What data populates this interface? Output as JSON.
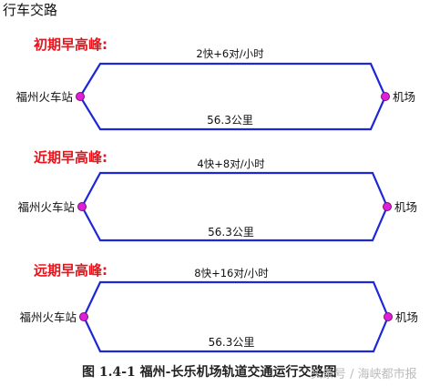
{
  "page_title": "行车交路",
  "periods": [
    {
      "title": "初期早高峰:",
      "frequency": "2快+6对/小时",
      "distance": "56.3公里",
      "origin": "福州火车站",
      "destination": "机场"
    },
    {
      "title": "近期早高峰:",
      "frequency": "4快+8对/小时",
      "distance": "56.3公里",
      "origin": "福州火车站",
      "destination": "机场"
    },
    {
      "title": "远期早高峰:",
      "frequency": "8快+16对/小时",
      "distance": "56.3公里",
      "origin": "福州火车站",
      "destination": "机场"
    }
  ],
  "caption": "图 1.4-1   福州-长乐机场轨道交通运行交路图",
  "watermark": "头条号 / 海峡都市报",
  "colors": {
    "route_line": "#1d27d6",
    "station_fill": "#e020d8",
    "station_stroke": "#7a1070",
    "title_red": "#e8131b",
    "text_dark": "#111111"
  }
}
